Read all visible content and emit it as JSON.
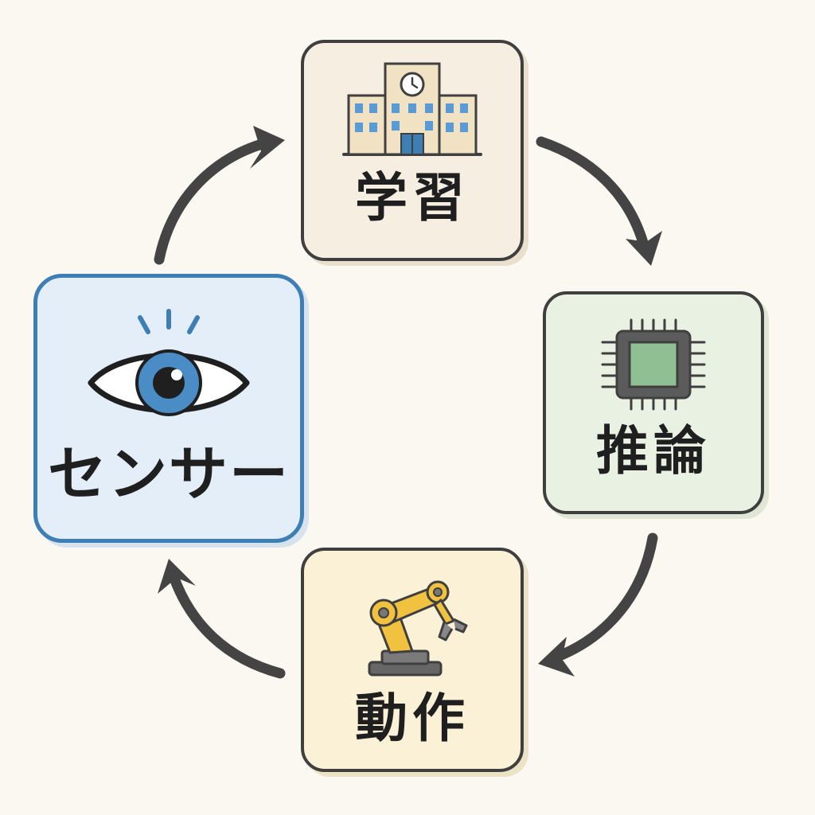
{
  "nodes": {
    "learning": {
      "label": "学習",
      "icon": "school-building-icon"
    },
    "inference": {
      "label": "推論",
      "icon": "cpu-chip-icon"
    },
    "action": {
      "label": "動作",
      "icon": "robot-arm-icon"
    },
    "sensor": {
      "label": "センサー",
      "icon": "eye-icon"
    }
  },
  "cycle_order": [
    "sensor",
    "learning",
    "inference",
    "action"
  ],
  "colors": {
    "background": "#fbf8f1",
    "border": "#3f3f3f",
    "arrow": "#444444",
    "sensor_accent": "#3d7fb4",
    "learning_fill": "#f6efe1",
    "inference_fill": "#e9f1e3",
    "action_fill": "#fbf1d6",
    "sensor_fill": "#e3eef9"
  }
}
